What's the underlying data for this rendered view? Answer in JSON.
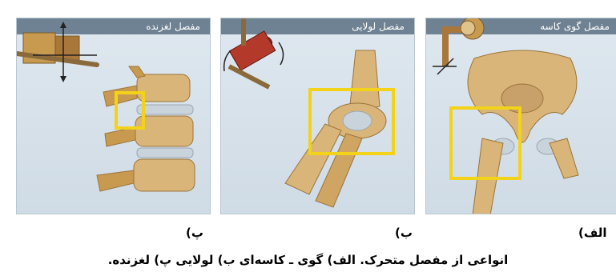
{
  "panels": [
    {
      "id": "c",
      "title": "مفصل لغزنده",
      "letter": "پ)"
    },
    {
      "id": "b",
      "title": "مفصل لولایی",
      "letter": "ب)"
    },
    {
      "id": "a",
      "title": "مفصل گوی کاسه",
      "letter": "الف)"
    }
  ],
  "caption": "انواعی از مفصل متحرک. الف) گوی ـ کاسه‌ای  ب) لولایی  پ) لغزنده.",
  "colors": {
    "bone": "#d9b57a",
    "bone_dark": "#b98b47",
    "highlight": "#f3d21a",
    "header": "#6f8293"
  }
}
